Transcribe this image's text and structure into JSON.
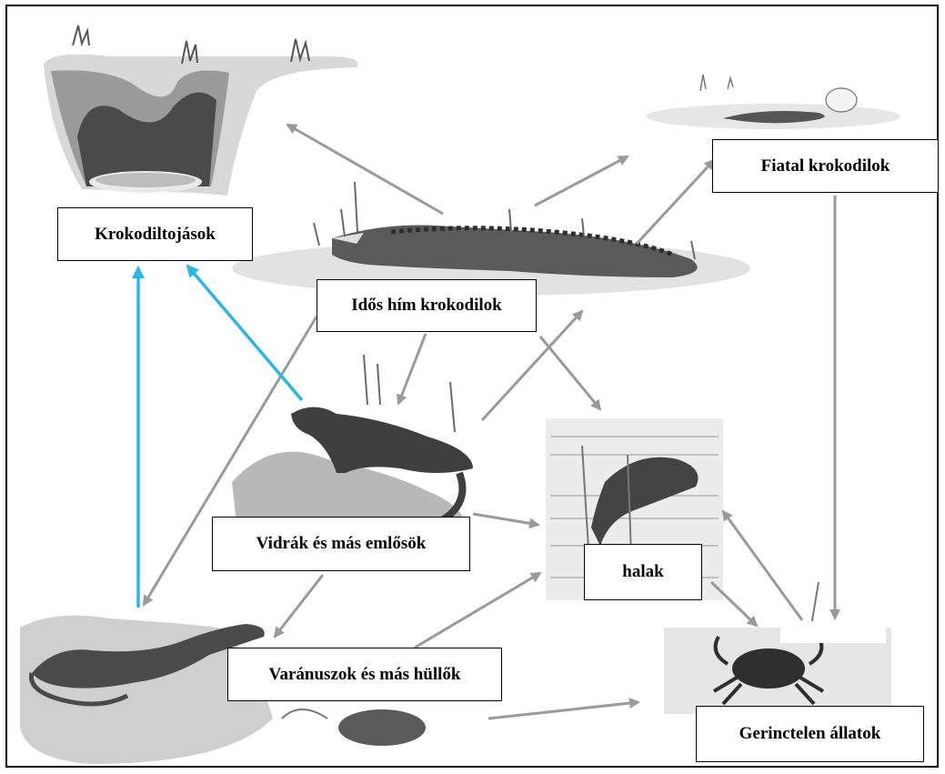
{
  "title": "",
  "nodes": {
    "crocodile_eggs": "Krokodiltojások",
    "young_crocodiles": "Fiatal krokodilok",
    "old_male_crocodiles": "Idős hím krokodilok",
    "otters_mammals": "Vidrák és más emlősök",
    "fish": "halak",
    "monitors_reptiles": "Varánuszok és más hüllők",
    "invertebrates": "Gerinctelen állatok"
  },
  "edges": [
    {
      "from": "old_male_crocodiles",
      "to": "crocodile_eggs",
      "color": "gray"
    },
    {
      "from": "old_male_crocodiles",
      "to": "young_crocodiles",
      "color": "gray"
    },
    {
      "from": "old_male_crocodiles",
      "to": "otters_mammals",
      "color": "gray"
    },
    {
      "from": "old_male_crocodiles",
      "to": "fish",
      "color": "gray"
    },
    {
      "from": "old_male_crocodiles",
      "to": "monitors_reptiles",
      "color": "gray"
    },
    {
      "from": "otters_mammals",
      "to": "young_crocodiles",
      "color": "gray"
    },
    {
      "from": "otters_mammals",
      "to": "fish",
      "color": "gray"
    },
    {
      "from": "otters_mammals",
      "to": "monitors_reptiles",
      "color": "gray"
    },
    {
      "from": "otters_mammals",
      "to": "crocodile_eggs",
      "color": "blue"
    },
    {
      "from": "monitors_reptiles",
      "to": "crocodile_eggs",
      "color": "blue"
    },
    {
      "from": "monitors_reptiles",
      "to": "fish",
      "color": "gray"
    },
    {
      "from": "monitors_reptiles",
      "to": "invertebrates",
      "color": "gray"
    },
    {
      "from": "young_crocodiles",
      "to": "invertebrates",
      "color": "gray"
    },
    {
      "from": "fish",
      "to": "invertebrates",
      "color": "gray"
    },
    {
      "from": "invertebrates",
      "to": "fish",
      "color": "gray"
    }
  ],
  "colors": {
    "gray_arrow": "#9a9a9a",
    "blue_arrow": "#29b6e8",
    "sketch_dark": "#3a3a3a",
    "sketch_mid": "#8c8c8c",
    "sketch_light": "#cfcfcf",
    "border": "#000000"
  }
}
